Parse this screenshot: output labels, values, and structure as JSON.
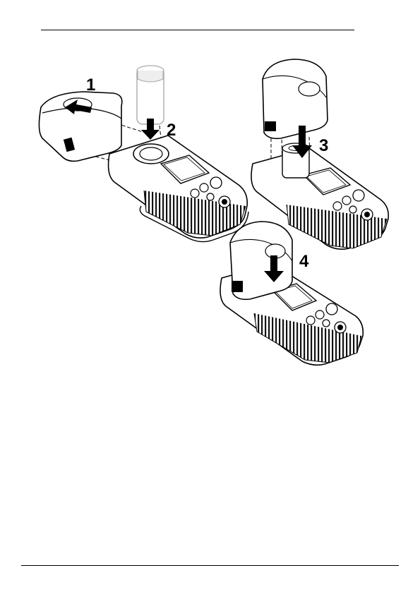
{
  "figure": {
    "step_labels": [
      "1",
      "2",
      "3",
      "4"
    ]
  }
}
